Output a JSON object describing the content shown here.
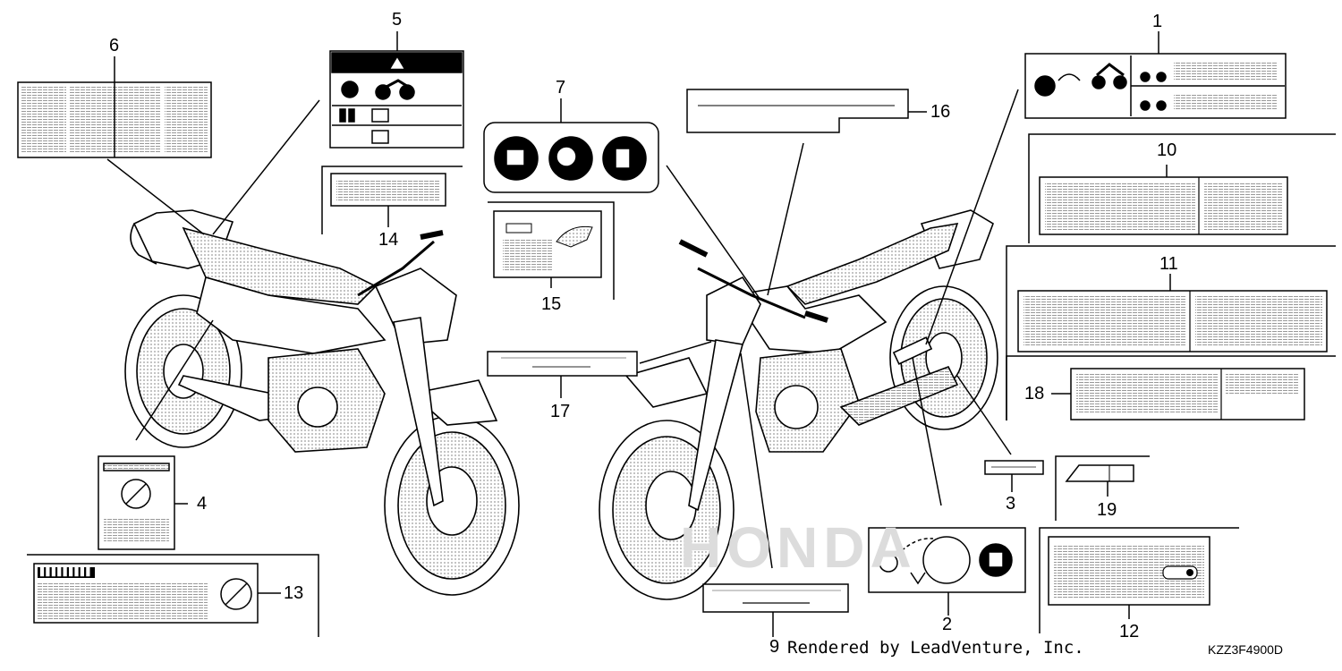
{
  "callouts": {
    "c1": "1",
    "c2": "2",
    "c3": "3",
    "c4": "4",
    "c5": "5",
    "c6": "6",
    "c7": "7",
    "c9": "9",
    "c10": "10",
    "c11": "11",
    "c12": "12",
    "c13": "13",
    "c14": "14",
    "c15": "15",
    "c16": "16",
    "c17": "17",
    "c18": "18",
    "c19": "19"
  },
  "footer": {
    "rendered_by": "Rendered by LeadVenture, Inc.",
    "part_code": "KZZ3F4900D"
  },
  "label13_header": "▊▊▊▊▊▊▊▊▊",
  "watermark": "HONDA",
  "colors": {
    "line": "#000000",
    "background": "#ffffff",
    "hatch": "#bdbdbd"
  }
}
